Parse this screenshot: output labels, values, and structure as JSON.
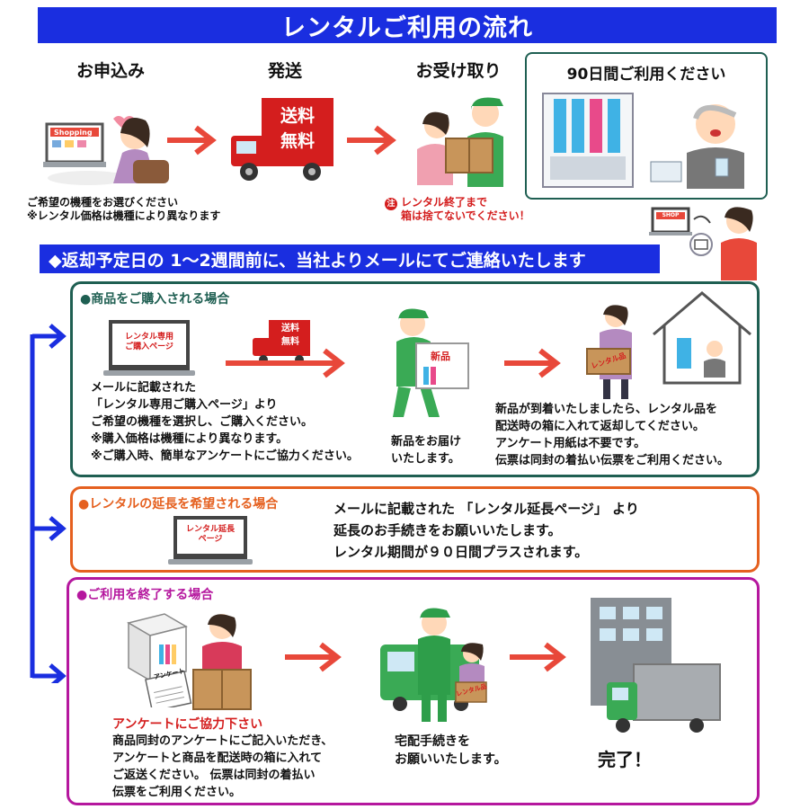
{
  "header": {
    "title": "レンタルご利用の流れ"
  },
  "steps": {
    "apply": "お申込み",
    "ship": "発送",
    "receive": "お受け取り",
    "use": "90日間ご利用ください",
    "apply_note_1": "ご希望の機種をお選びください",
    "apply_note_2": "※レンタル価格は機種により異なります",
    "warning_badge": "注",
    "warning_1": "レンタル終了まで",
    "warning_2": "箱は捨てないでください！",
    "truck_stamp_1": "送料",
    "truck_stamp_2": "無料",
    "laptop_logo": "Shopping"
  },
  "notice": {
    "text": "◆返却予定日の 1～2週間前に、当社よりメールにてご連絡いたします",
    "shop_sign": "SHOP"
  },
  "purchase": {
    "heading": "●商品をご購入される場合",
    "screen_1": "レンタル専用",
    "screen_2": "ご購入ページ",
    "stamp_1": "送料",
    "stamp_2": "無料",
    "box_label": "新品",
    "parcel_label": "レンタル品",
    "desc_1": "メールに記載された",
    "desc_2": "「レンタル専用ご購入ページ」より",
    "desc_3": "ご希望の機種を選択し、ご購入ください。",
    "desc_4": "※購入価格は機種により異なります。",
    "desc_5": "※ご購入時、簡単なアンケートにご協力ください。",
    "deliver_1": "新品をお届け",
    "deliver_2": "いたします。",
    "return_1": "新品が到着いたしましたら、レンタル品を",
    "return_2": "配送時の箱に入れて返却してください。",
    "return_3": "アンケート用紙は不要です。",
    "return_4": "伝票は同封の着払い伝票をご利用ください。"
  },
  "extend": {
    "heading": "●レンタルの延長を希望される場合",
    "screen_1": "レンタル延長",
    "screen_2": "ページ",
    "line_1": "メールに記載された 「レンタル延長ページ」 より",
    "line_2": "延長のお手続きをお願いいたします。",
    "line_3": "レンタル期間が９０日間プラスされます。"
  },
  "end": {
    "heading": "●ご利用を終了する場合",
    "survey_sheet": "アンケート",
    "parcel_label": "レンタル品",
    "survey_title": "アンケートにご協力下さい",
    "desc_1": "商品同封のアンケートにご記入いただき、",
    "desc_2": "アンケートと商品を配送時の箱に入れて",
    "desc_3": "ご返送ください。 伝票は同封の着払い",
    "desc_4": "伝票をご利用ください。",
    "ship_1": "宅配手続きを",
    "ship_2": "お願いいたします。",
    "done": "完了！"
  },
  "colors": {
    "banner_blue": "#1a2ee0",
    "arrow_red": "#e8483a",
    "purchase_border": "#1f5f52",
    "extend_border": "#e5601f",
    "end_border": "#b5179e",
    "accent_red": "#d41e1e"
  }
}
